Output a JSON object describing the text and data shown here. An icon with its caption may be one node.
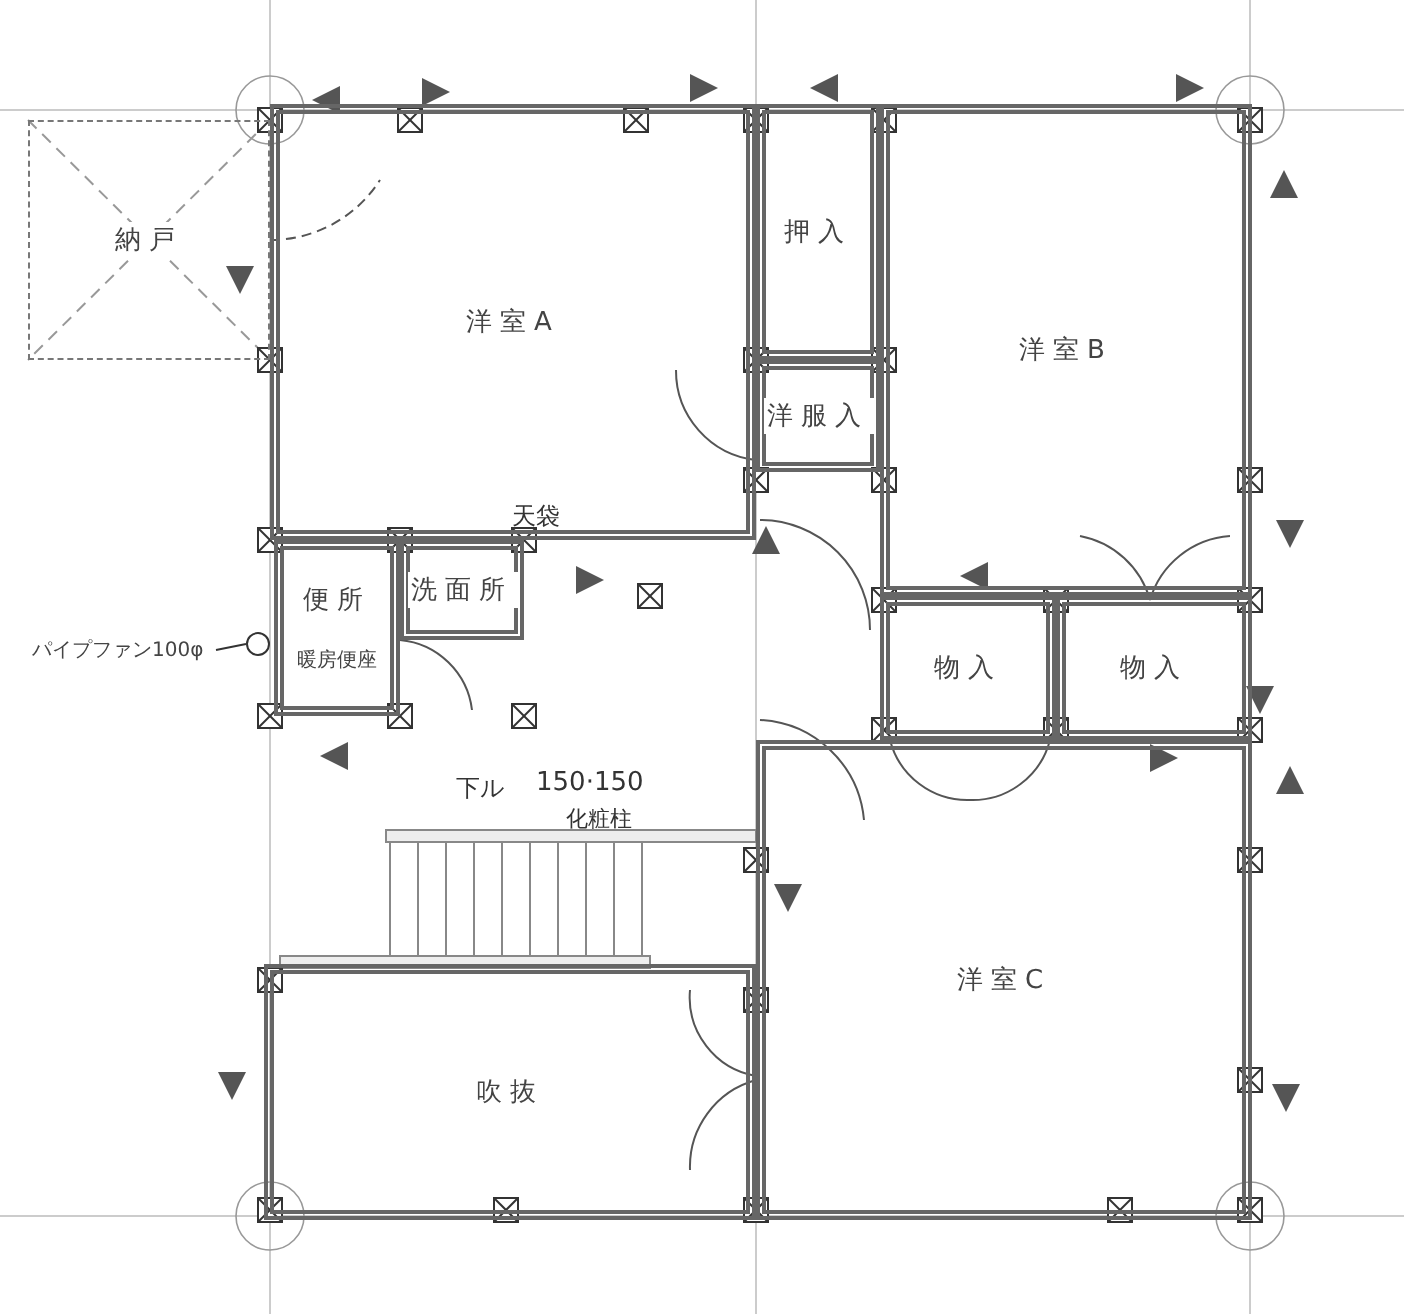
{
  "diagram": {
    "nodes": [
      {
        "text": [
          "納戸"
        ]
      },
      {
        "text": [
          "洋室A"
        ]
      },
      {
        "text": [
          "押入"
        ]
      },
      {
        "text": [
          "洋服入"
        ]
      },
      {
        "text": [
          "洋室B"
        ]
      },
      {
        "text": [
          "便所",
          "暖房便座"
        ]
      },
      {
        "text": [
          "洗面所"
        ]
      },
      {
        "text": [
          "物入"
        ]
      },
      {
        "text": [
          "物入"
        ]
      },
      {
        "text": [
          "洋室C"
        ]
      },
      {
        "text": [
          "吹抜"
        ]
      },
      {
        "text": [],
        "shape": "circle"
      },
      {
        "text": [
          "パイプファン100φ"
        ]
      }
    ],
    "edges": [
      {
        "from": 12,
        "to": 11,
        "arrow": "none"
      }
    ],
    "labels": [
      "天袋",
      "下ル",
      "150·150",
      "化粧柱"
    ]
  }
}
